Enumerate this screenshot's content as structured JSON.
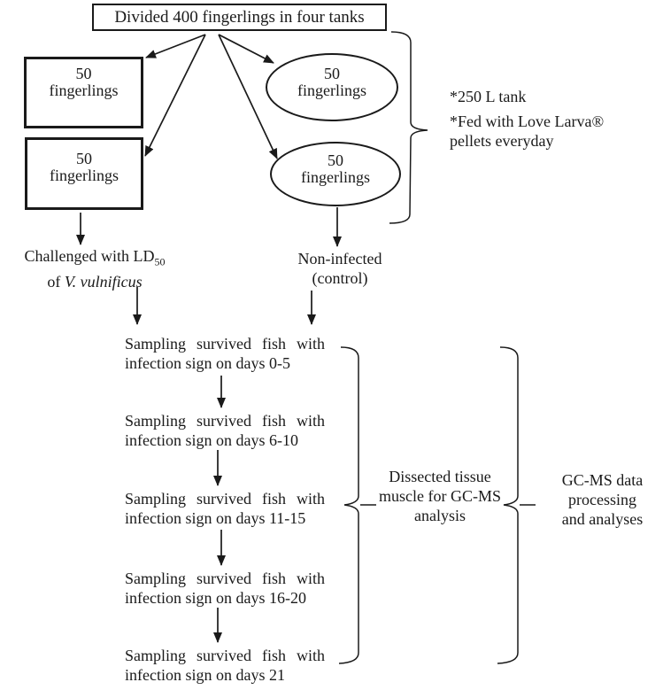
{
  "figure": {
    "title": "Divided 400 fingerlings in four tanks"
  },
  "tanks": [
    {
      "count": "50",
      "label": "fingerlings"
    },
    {
      "count": "50",
      "label": "fingerlings"
    },
    {
      "count": "50",
      "label": "fingerlings"
    },
    {
      "count": "50",
      "label": "fingerlings"
    }
  ],
  "notes": {
    "line1": "*250 L tank",
    "line2": "*Fed with Love Larva® pellets everyday"
  },
  "challenge": {
    "line1_prefix": "Challenged with LD",
    "line1_sub": "50",
    "line2_prefix": "of ",
    "line2_species": "V. vulnificus"
  },
  "control": {
    "line1": "Non-infected",
    "line2": "(control)"
  },
  "samples": [
    {
      "line1": "Sampling survived fish with",
      "line2": "infection sign on days 0-5"
    },
    {
      "line1": "Sampling survived fish with",
      "line2": "infection sign on days 6-10"
    },
    {
      "line1": "Sampling survived fish with",
      "line2": "infection sign on days 11-15"
    },
    {
      "line1": "Sampling survived fish with",
      "line2": "infection sign on days 16-20"
    },
    {
      "line1": "Sampling survived fish with",
      "line2": "infection sign on days 21"
    }
  ],
  "braces": {
    "dissect": {
      "line1": "Dissected tissue",
      "line2": "muscle for GC-MS",
      "line3": "analysis"
    },
    "gcms": {
      "line1": "GC-MS data",
      "line2": "processing",
      "line3": "and analyses"
    }
  },
  "colors": {
    "ink": "#1a1a1a",
    "background": "#ffffff"
  }
}
